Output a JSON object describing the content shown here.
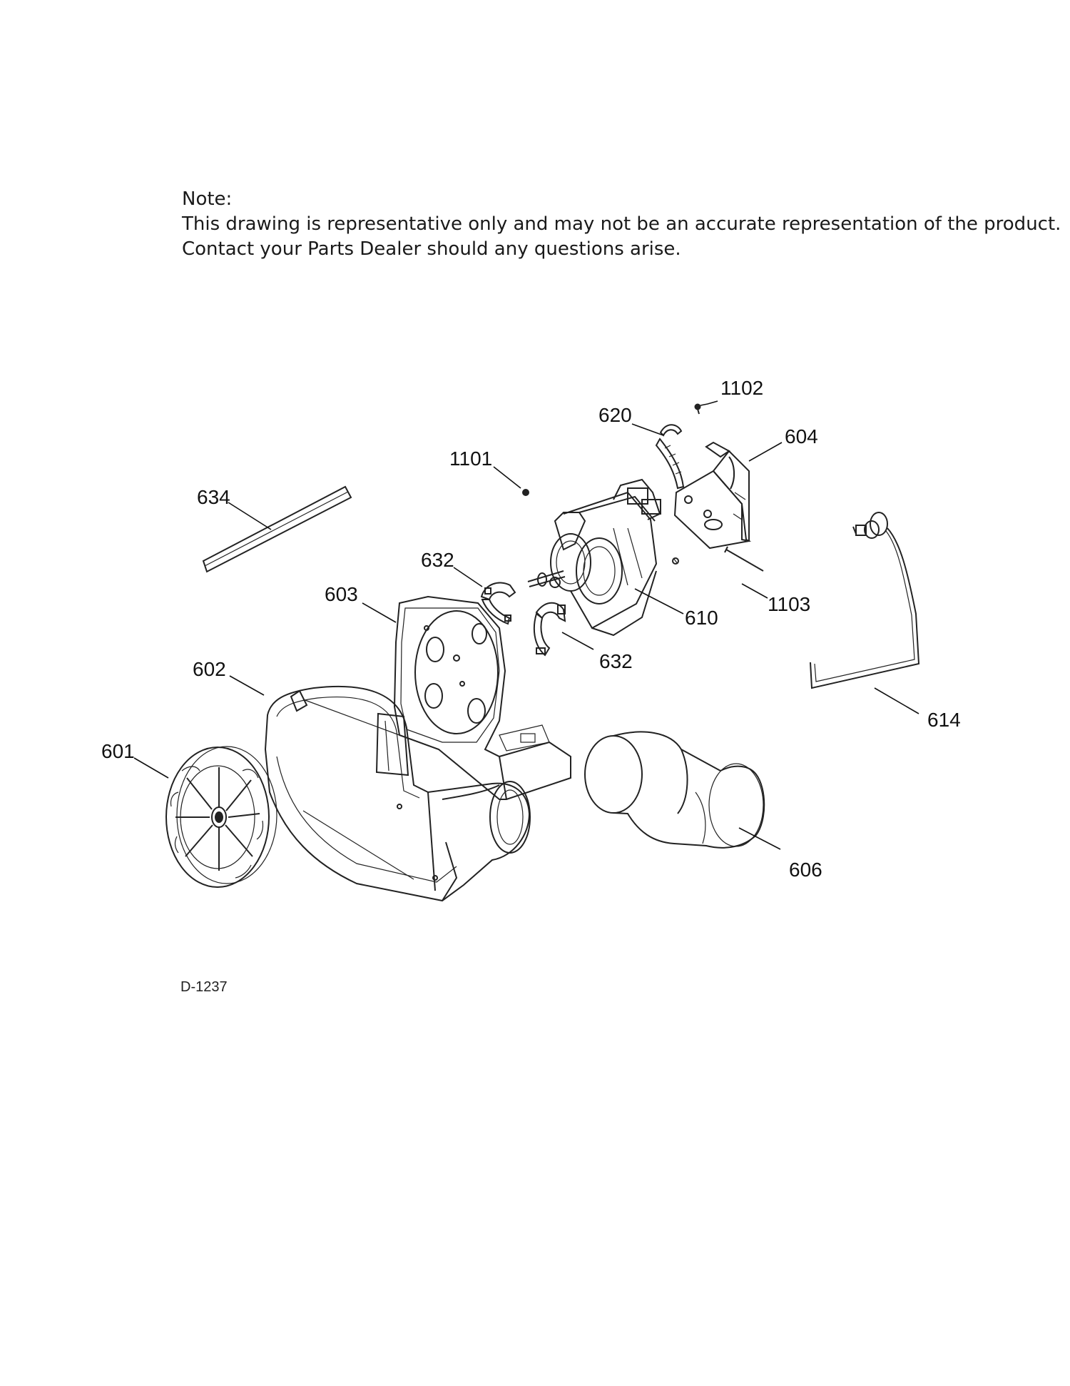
{
  "note": {
    "heading": "Note:",
    "line1": "This drawing is representative only and may not be an accurate representation of the product.",
    "line2": "Contact your Parts Dealer should any questions arise."
  },
  "callouts": [
    {
      "id": "c1102",
      "text": "1102"
    },
    {
      "id": "c620",
      "text": "620"
    },
    {
      "id": "c604",
      "text": "604"
    },
    {
      "id": "c1101",
      "text": "1101"
    },
    {
      "id": "c634",
      "text": "634"
    },
    {
      "id": "c632a",
      "text": "632"
    },
    {
      "id": "c603",
      "text": "603"
    },
    {
      "id": "c610",
      "text": "610"
    },
    {
      "id": "c1103",
      "text": "1103"
    },
    {
      "id": "c632b",
      "text": "632"
    },
    {
      "id": "c602",
      "text": "602"
    },
    {
      "id": "c614",
      "text": "614"
    },
    {
      "id": "c601",
      "text": "601"
    },
    {
      "id": "c606",
      "text": "606"
    }
  ],
  "doc_id": "D-1237"
}
